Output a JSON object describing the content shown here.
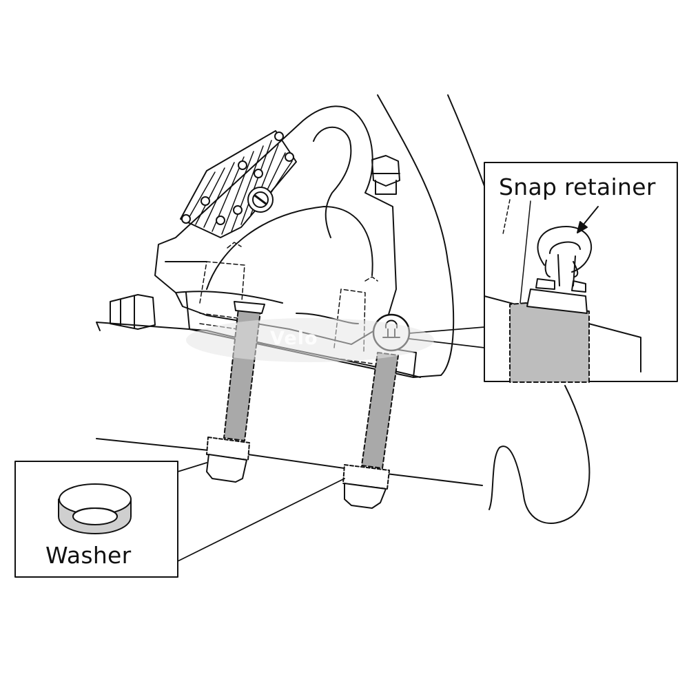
{
  "labels": {
    "snap_retainer": "Snap retainer",
    "washer": "Washer"
  },
  "watermark": {
    "text": "Velo"
  },
  "colors": {
    "line": "#111111",
    "bolt_fill": "#a9a9a9",
    "washer_shade": "#cfcfcf",
    "background": "#ffffff"
  }
}
